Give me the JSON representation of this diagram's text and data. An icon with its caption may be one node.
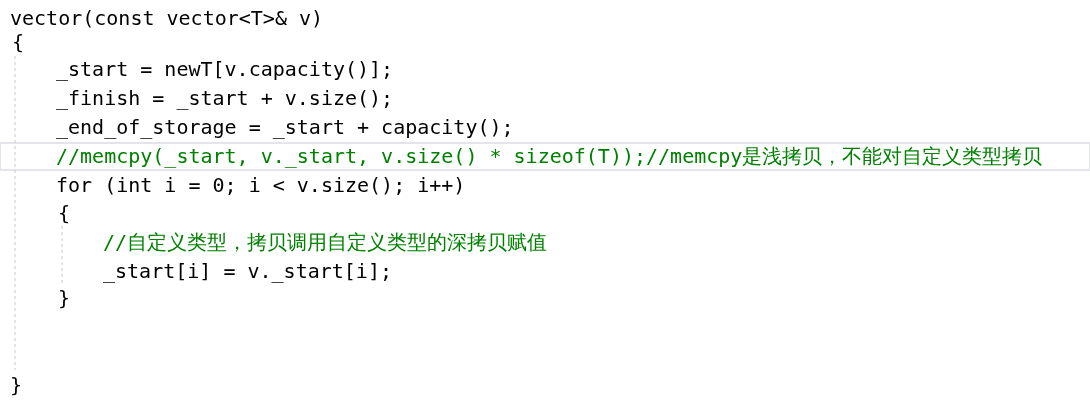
{
  "diagram": {
    "labels": [
      "vector(const vector<T>& v)",
      "{",
      "_start = newT[v.capacity()];",
      "_finish = _start + v.size();",
      "_end_of_storage = _start + capacity();",
      "//memcpy(_start, v._start, v.size() * sizeof(T));//memcpy是浅拷贝，不能对自定义类型拷贝",
      "for (int i = 0; i < v.size(); i++)",
      "{",
      "//自定义类型，拷贝调用自定义类型的深拷贝赋值",
      "_start[i] = v._start[i];",
      "}",
      "}"
    ]
  }
}
